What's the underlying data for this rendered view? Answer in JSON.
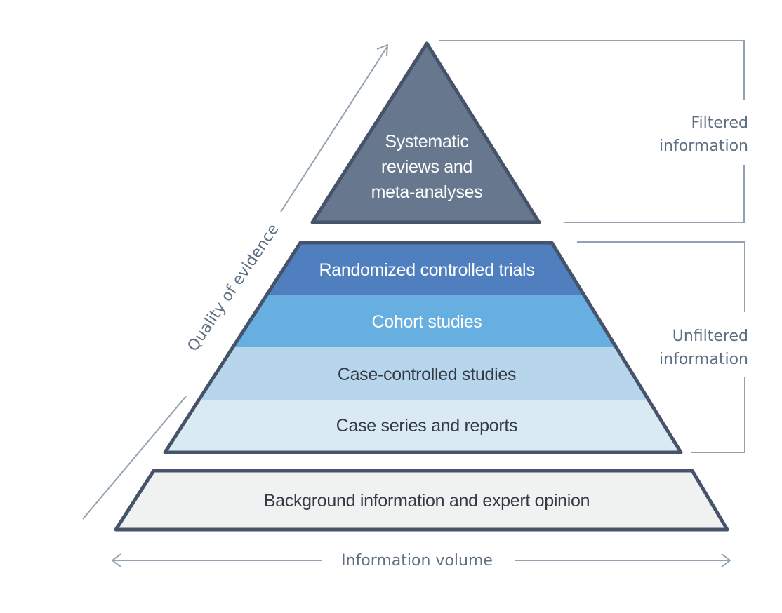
{
  "diagram": {
    "type": "evidence-pyramid",
    "colors": {
      "outline": "#46536a",
      "guide_lines": "#93a2b3",
      "side_text": "#5f6f82",
      "dark_text": "#333a45",
      "light_text": "#ffffff"
    },
    "top_tier": {
      "lines": [
        "Systematic",
        "reviews and",
        "meta-analyses"
      ],
      "fill": "#67788e"
    },
    "middle_tier": {
      "levels": [
        {
          "label": "Randomized controlled trials",
          "fill": "#4f7fbf",
          "text_color": "#ffffff"
        },
        {
          "label": "Cohort studies",
          "fill": "#66afe0",
          "text_color": "#ffffff"
        },
        {
          "label": "Case-controlled studies",
          "fill": "#b7d6eb",
          "text_color": "#333a45"
        },
        {
          "label": "Case series and reports",
          "fill": "#d9eaf3",
          "text_color": "#333a45"
        }
      ]
    },
    "base_tier": {
      "label": "Background information and expert opinion",
      "fill": "#f0f1f1"
    },
    "brackets": {
      "filtered": [
        "Filtered",
        "information"
      ],
      "unfiltered": [
        "Unfiltered",
        "information"
      ]
    },
    "axes": {
      "quality_label": "Quality of evidence",
      "volume_label": "Information volume"
    }
  }
}
